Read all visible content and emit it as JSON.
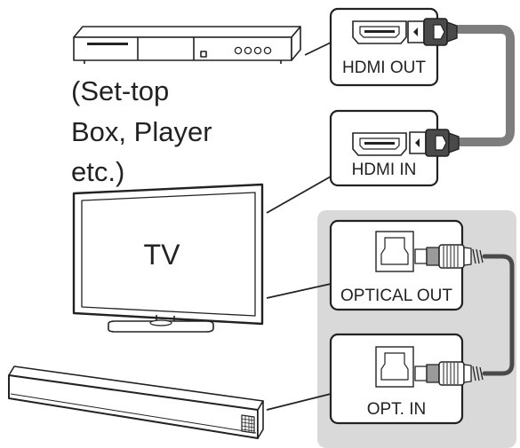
{
  "devices": {
    "source_caption_line1": "(Set-top",
    "source_caption_line2": "Box, Player",
    "source_caption_line3": "etc.)",
    "tv_label": "TV"
  },
  "ports": {
    "hdmi_out": "HDMI OUT",
    "hdmi_in": "HDMI IN",
    "optical_out": "OPTICAL OUT",
    "optical_in": "OPT. IN"
  },
  "colors": {
    "line": "#222222",
    "cable": "#7d7d7d",
    "highlight_panel": "#d9d9d9",
    "background": "#ffffff"
  }
}
